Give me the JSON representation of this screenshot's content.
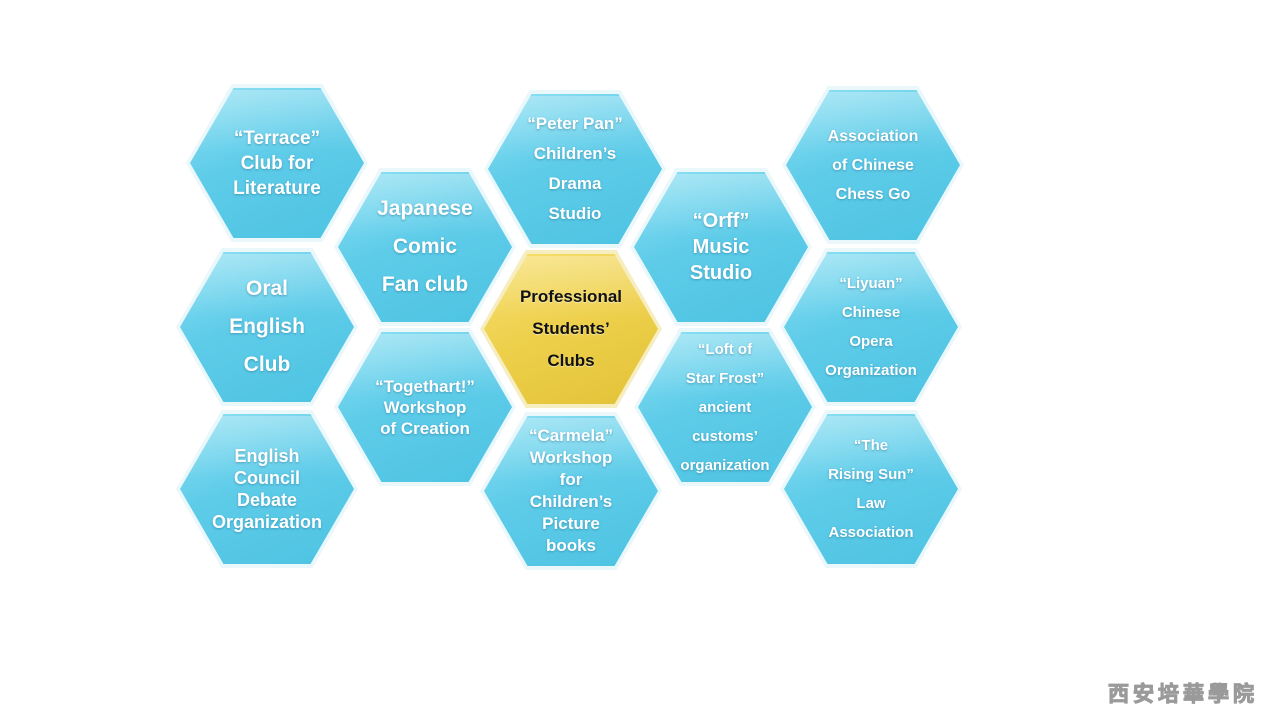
{
  "diagram": {
    "center": "Professional\nStudents’\nClubs",
    "clubs": [
      "“Terrace”\nClub for\nLiterature",
      "Japanese\nComic\nFan club",
      "“Peter Pan”\nChildren’s\nDrama\nStudio",
      "“Orff”\nMusic\nStudio",
      "Association\nof Chinese\nChess Go",
      "Oral\nEnglish\nClub",
      "“Liyuan”\nChinese\nOpera\nOrganization",
      "“Togethart!”\nWorkshop\nof Creation",
      "“Loft of\nStar Frost”\nancient\ncustoms’\norganization",
      "English\nCouncil\nDebate\nOrganization",
      "“Carmela”\nWorkshop\nfor\nChildren’s\nPicture\nbooks",
      "“The\nRising Sun”\nLaw\nAssociation"
    ]
  },
  "logo": "西安培華學院"
}
